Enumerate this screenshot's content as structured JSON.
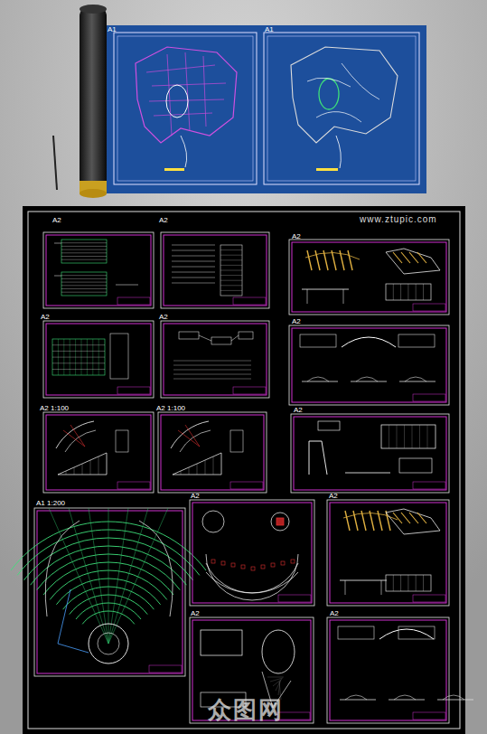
{
  "diagram": {
    "labels": [
      "A1",
      "A1",
      "www.ztupic.com",
      "A2",
      "A2",
      "A2",
      "A2",
      "A2",
      "A2",
      "A2 1:100",
      "A2 1:100",
      "A2",
      "A1 1:200",
      "A2",
      "A2",
      "A2",
      "A2",
      "众图网"
    ]
  }
}
